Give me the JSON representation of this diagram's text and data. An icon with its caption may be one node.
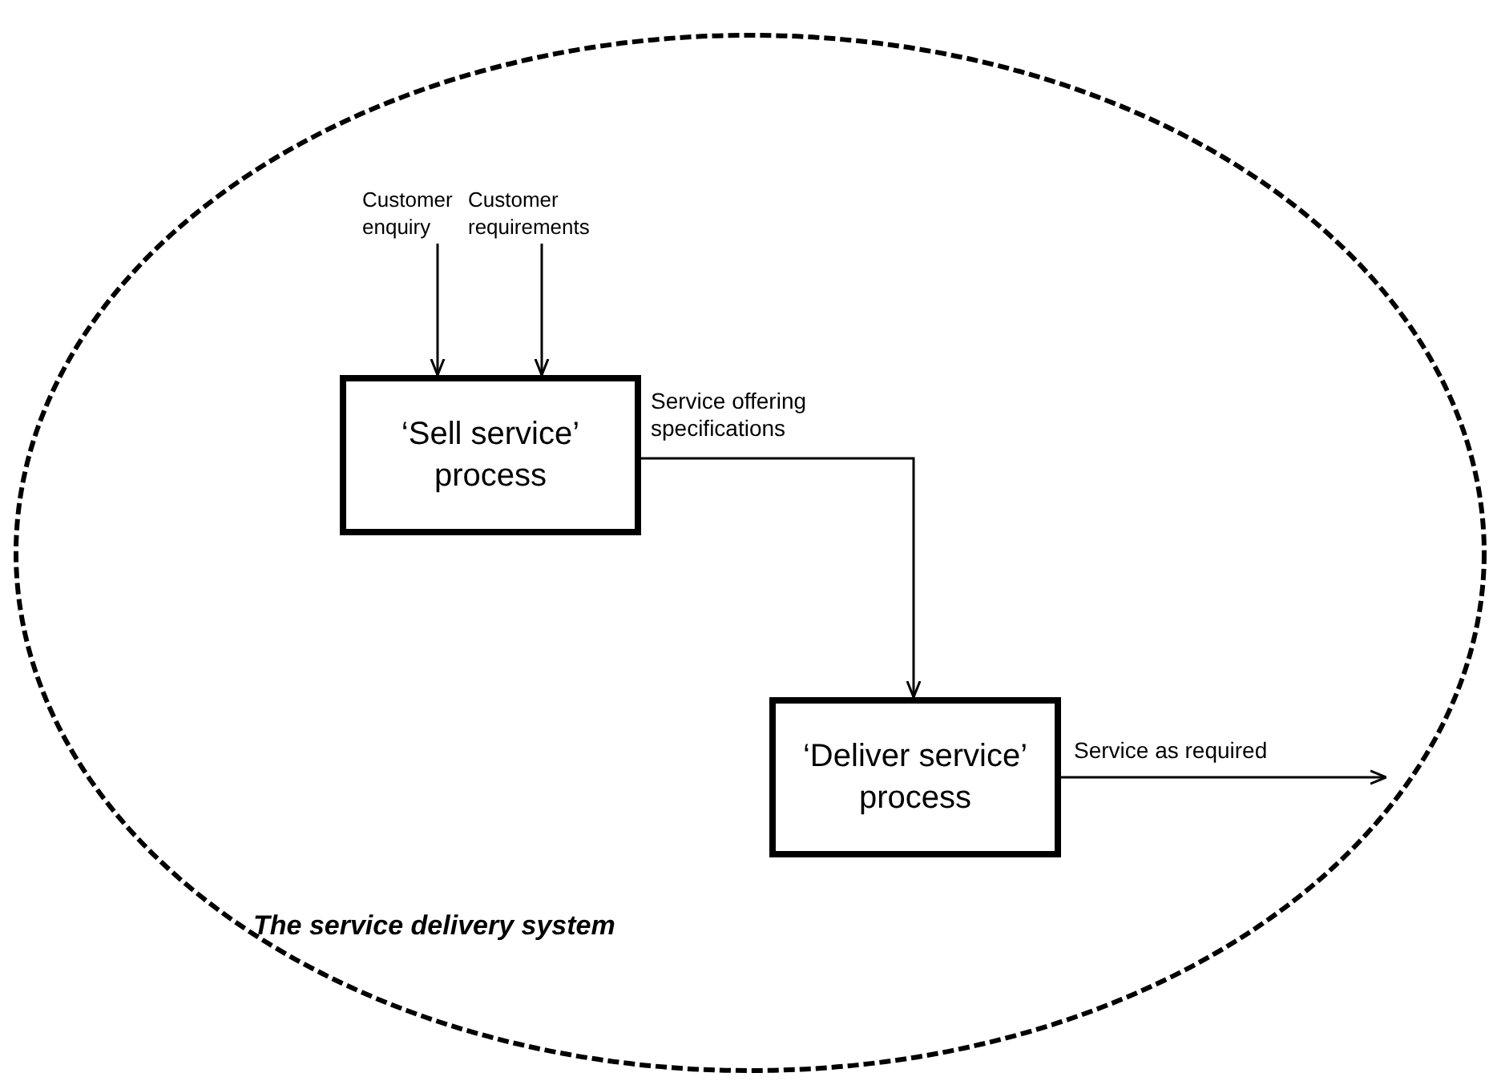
{
  "diagram": {
    "nodes": [
      {
        "text": [
          "The service delivery system"
        ]
      },
      {
        "text": [
          "Customer enquiry"
        ],
        "in": 0
      },
      {
        "text": [
          "Customer requirements"
        ],
        "in": 0
      },
      {
        "text": [
          "‘Sell service’ process"
        ],
        "in": 0
      },
      {
        "text": [
          "‘Deliver service’ process"
        ],
        "in": 0
      }
    ],
    "edges": [
      {
        "from": 1,
        "to": 3,
        "arrow": "to"
      },
      {
        "from": 2,
        "to": 3,
        "arrow": "to"
      },
      {
        "from": 3,
        "to": 4,
        "arrow": "to",
        "label": "Service offering specifications"
      },
      {
        "from": 4,
        "to": null,
        "arrow": "to",
        "label": "Service as required"
      }
    ]
  }
}
